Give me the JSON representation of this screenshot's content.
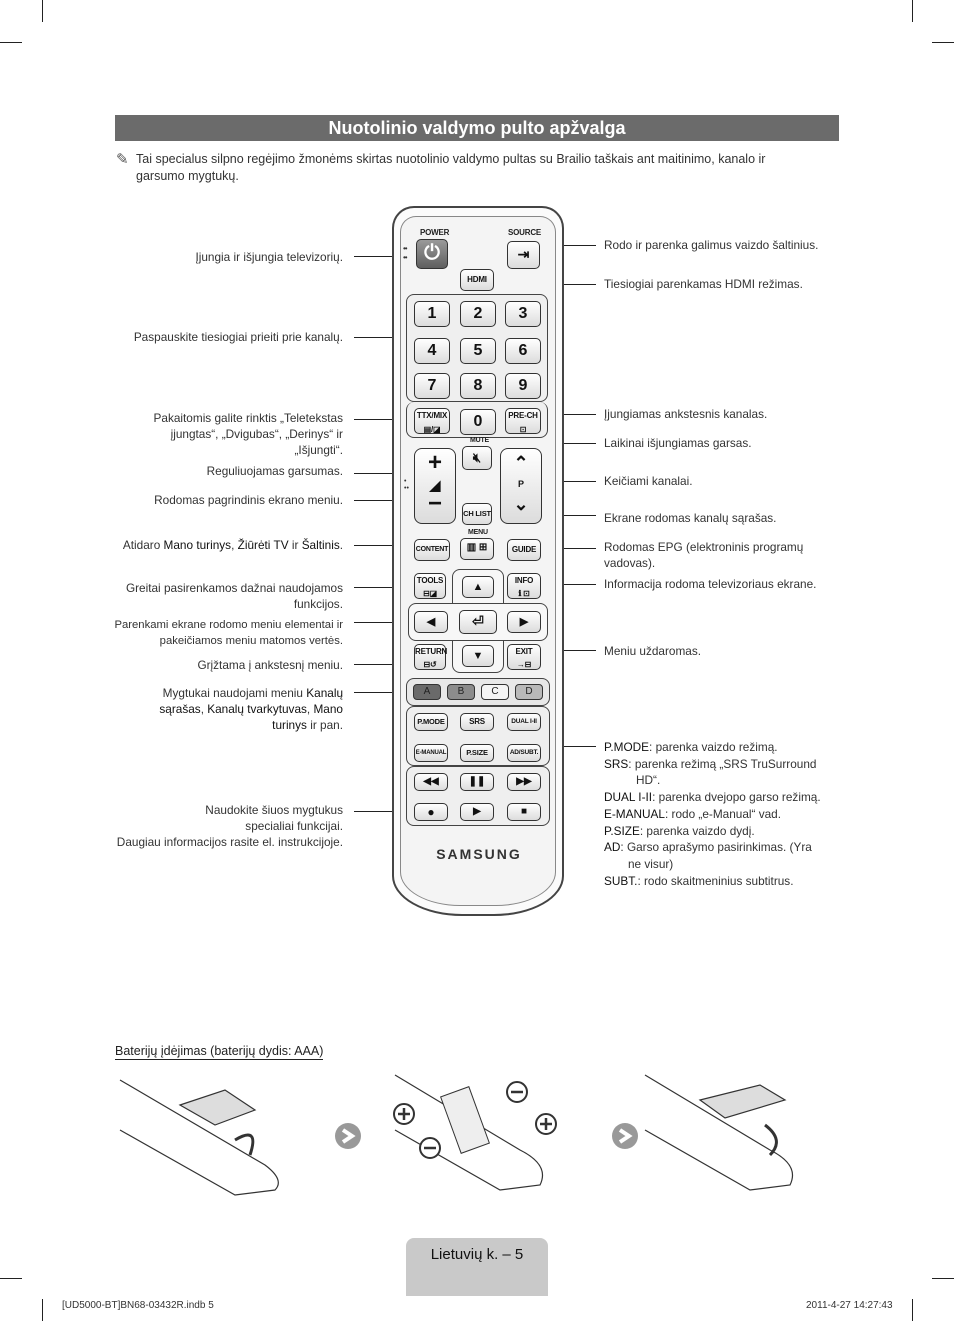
{
  "page": {
    "title": "Nuotolinio valdymo pulto apžvalga",
    "intro_icon": "pencil-note-icon",
    "intro": "Tai specialus silpno regėjimo žmonėms skirtas nuotolinio valdymo pultas su Brailio taškais ant maitinimo, kanalo ir garsumo mygtukų."
  },
  "left_notes": {
    "power": "Įjungia ir išjungia televizorių.",
    "numbers": "Paspauskite tiesiogiai prieiti prie kanalų.",
    "ttx_1": "Pakaitomis galite rinktis „Teletekstas",
    "ttx_2": "įjungtas“, „Dvigubas“, „Derinys“ ir",
    "ttx_3": "„Išjungti“.",
    "volume": "Reguliuojamas garsumas.",
    "menu": "Rodomas pagrindinis ekrano meniu.",
    "content_pre": "Atidaro ",
    "content_b1": "Mano turinys",
    "content_sep1": ", ",
    "content_b2": "Žiūrėti TV",
    "content_mid": " ir ",
    "content_b3": "Šaltinis",
    "content_end": ".",
    "tools_1": "Greitai pasirenkamos dažnai naudojamos",
    "tools_2": "funkcijos.",
    "arrows_1": "Parenkami ekrane rodomo meniu elementai ir",
    "arrows_2": "pakeičiamos meniu matomos vertės.",
    "return": "Grįžtama į ankstesnį meniu.",
    "color_1a": "Mygtukai naudojami meniu ",
    "color_1b": "Kanalų",
    "color_2a": "sąrašas",
    "color_2b": ", ",
    "color_2c": "Kanalų tvarkytuvas",
    "color_2d": ", ",
    "color_2e": "Mano",
    "color_3a": "turinys",
    "color_3b": " ir pan.",
    "media_1": "Naudokite šiuos mygtukus",
    "media_2": "specialiai funkcijai.",
    "media_3": "Daugiau informacijos rasite el. instrukcijoje."
  },
  "right_notes": {
    "source": "Rodo ir parenka galimus vaizdo šaltinius.",
    "hdmi": "Tiesiogiai parenkamas HDMI režimas.",
    "prech": "Įjungiamas ankstesnis kanalas.",
    "mute": "Laikinai išjungiamas garsas.",
    "channel": "Keičiami kanalai.",
    "chlist": "Ekrane rodomas kanalų sąrašas.",
    "guide_1": "Rodomas EPG (elektroninis programų",
    "guide_2": "vadovas).",
    "info": "Informacija rodoma televizoriaus ekrane.",
    "exit": "Meniu uždaromas.",
    "pmode_k": "P.MODE",
    "pmode_v": ": parenka vaizdo režimą.",
    "srs_k": "SRS",
    "srs_v": ": parenka režimą „SRS TruSurround",
    "srs_v2": "HD“.",
    "dual_k": "DUAL I-II",
    "dual_v": ": parenka dvejopo garso režimą.",
    "emanual_k": "E-MANUAL",
    "emanual_v": ": rodo „e-Manual“ vad.",
    "psize_k": "P.SIZE",
    "psize_v": ": parenka vaizdo dydį.",
    "ad_k": "AD",
    "ad_v": ": Garso aprašymo pasirinkimas. (Yra",
    "ad_v2": "ne visur)",
    "subt_k": "SUBT.",
    "subt_v": ": rodo skaitmeninius subtitrus."
  },
  "remote": {
    "power_label": "POWER",
    "source_label": "SOURCE",
    "hdmi": "HDMI",
    "numbers": [
      "1",
      "2",
      "3",
      "4",
      "5",
      "6",
      "7",
      "8",
      "9"
    ],
    "zero": "0",
    "ttx": "TTX/MIX",
    "prech": "PRE-CH",
    "mute_label": "MUTE",
    "p_label": "P",
    "chlist": "CH LIST",
    "menu": "MENU",
    "content": "CONTENT",
    "guide": "GUIDE",
    "tools": "TOOLS",
    "info": "INFO",
    "return": "RETURN",
    "exit": "EXIT",
    "colors": [
      "A",
      "B",
      "C",
      "D"
    ],
    "pmode": "P.MODE",
    "srs": "SRS",
    "dual": "DUAL I-II",
    "emanual": "E-MANUAL",
    "psize": "P.SIZE",
    "adsubt": "AD/SUBT.",
    "brand": "SAMSUNG"
  },
  "battery": {
    "label": "Baterijų įdėjimas (baterijų dydis: AAA)"
  },
  "footer": {
    "page": "Lietuvių k. – 5",
    "file": "[UD5000-BT]BN68-03432R.indb   5",
    "date": "2011-4-27     14:27:43"
  }
}
